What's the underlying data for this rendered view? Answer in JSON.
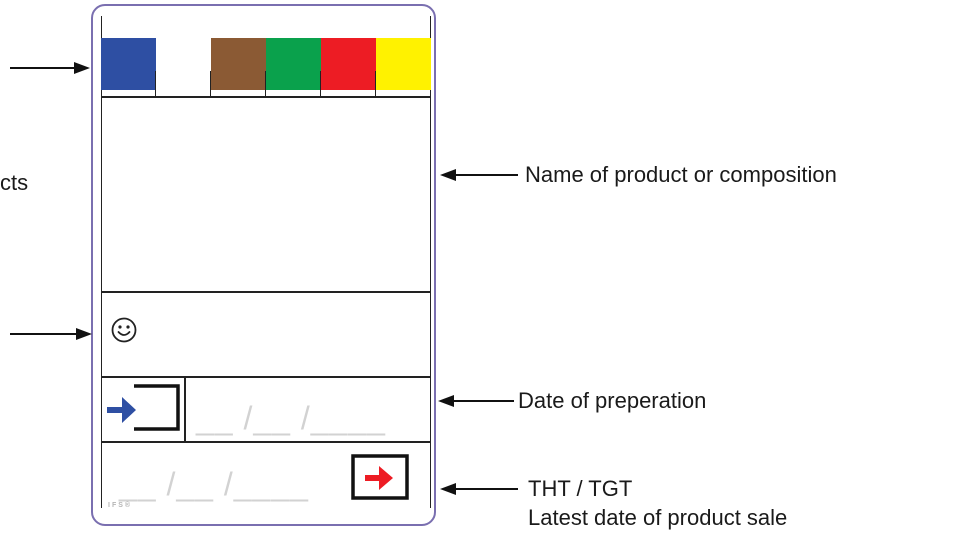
{
  "colors": {
    "swatches": [
      "#2e4fa3",
      "#ffffff",
      "#8b5a34",
      "#0aa14c",
      "#ed1c24",
      "#fff200"
    ],
    "card_border": "#7a6fb0",
    "entry_arrow": "#2e4fa3",
    "exit_arrow": "#ed1c24"
  },
  "card": {
    "date_slot_preparation": "__ /__ /____",
    "date_slot_tht": "__ /__ /____",
    "brand": "IFS®"
  },
  "annotations": {
    "left_cut_text": "cts",
    "product_name": "Name of product or composition",
    "preparation": "Date of preperation",
    "tht_line1": "THT / TGT",
    "tht_line2": "Latest date of product sale"
  },
  "icons": {
    "smiley": "smiley-face-icon",
    "entry": "entry-arrow-icon",
    "exit": "exit-arrow-icon"
  }
}
